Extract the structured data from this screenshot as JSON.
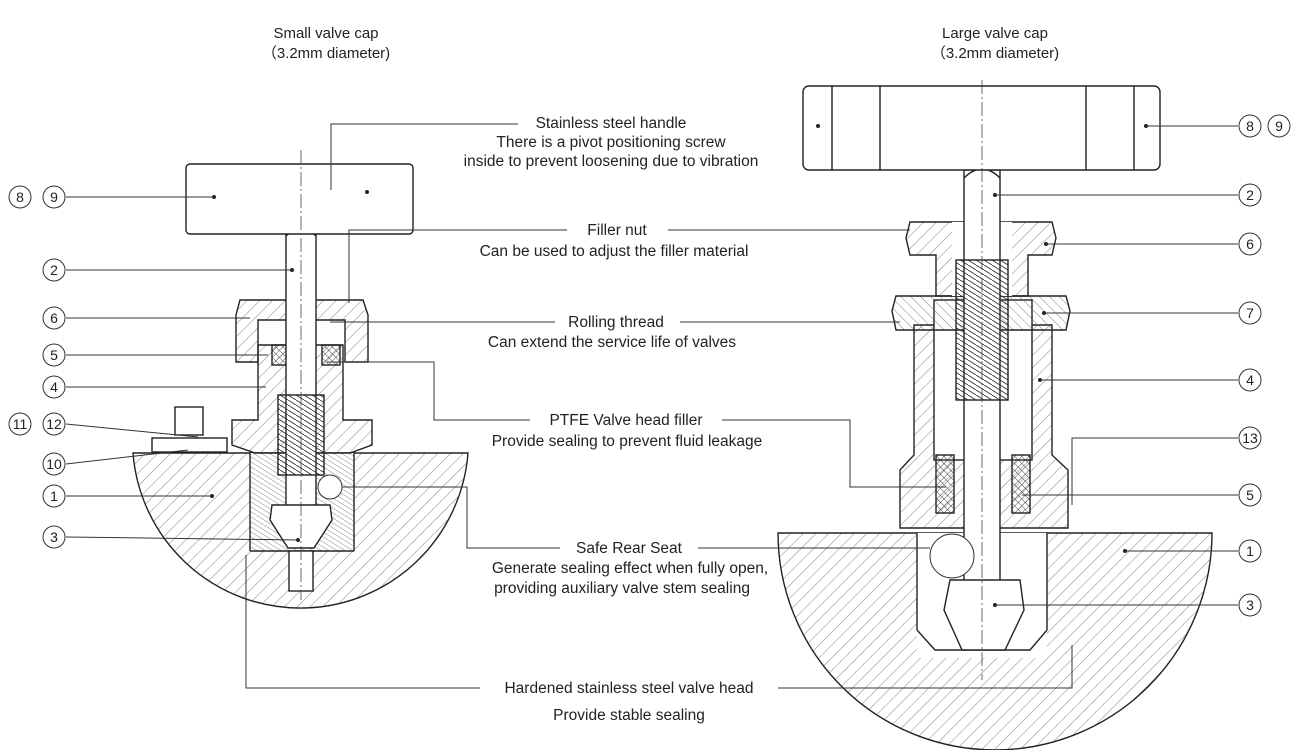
{
  "left": {
    "title": "Small valve cap",
    "subtitle": "（3.2mm diameter)",
    "callouts": [
      "8",
      "9",
      "2",
      "6",
      "5",
      "4",
      "11",
      "12",
      "10",
      "1",
      "3"
    ]
  },
  "right": {
    "title": "Large valve cap",
    "subtitle": "（3.2mm diameter)",
    "callouts": [
      "8",
      "9",
      "2",
      "6",
      "7",
      "4",
      "13",
      "5",
      "1",
      "3"
    ]
  },
  "labels": {
    "handle_1": "Stainless steel handle",
    "handle_2": "There is a pivot positioning screw",
    "handle_3": "inside to prevent loosening due to vibration",
    "filler_1": "Filler nut",
    "filler_2": "Can be used to adjust the filler material",
    "rolling_1": "Rolling thread",
    "rolling_2": "Can extend the service life of valves",
    "ptfe_1": "PTFE Valve head filler",
    "ptfe_2": "Provide sealing to prevent fluid leakage",
    "rear_1": "Safe Rear Seat",
    "rear_2": "Generate sealing effect when fully open,",
    "rear_3": "providing auxiliary valve stem sealing",
    "head_1": "Hardened stainless steel valve head",
    "head_2": "Provide stable sealing"
  }
}
